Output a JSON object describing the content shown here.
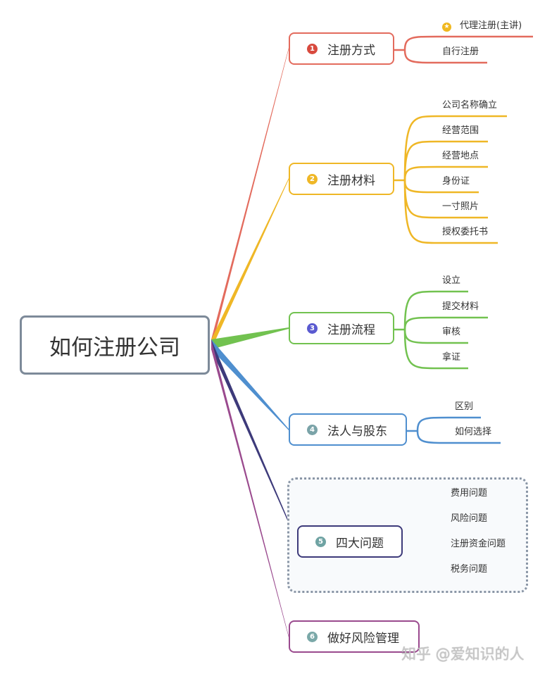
{
  "root": {
    "label": "如何注册公司",
    "color": "#7d8a99"
  },
  "topics": [
    {
      "num": "1",
      "label": "注册方式",
      "color": "#e36b5d",
      "badge_color": "#d84a3e",
      "subtopics": [
        {
          "label": "代理注册(主讲)",
          "icon": "star-icon"
        },
        {
          "label": "自行注册"
        }
      ]
    },
    {
      "num": "2",
      "label": "注册材料",
      "color": "#efb726",
      "badge_color": "#efb726",
      "subtopics": [
        {
          "label": "公司名称确立"
        },
        {
          "label": "经营范围"
        },
        {
          "label": "经营地点"
        },
        {
          "label": "身份证"
        },
        {
          "label": "一寸照片"
        },
        {
          "label": "授权委托书"
        }
      ]
    },
    {
      "num": "3",
      "label": "注册流程",
      "color": "#72c250",
      "badge_color": "#5a5ad0",
      "subtopics": [
        {
          "label": "设立"
        },
        {
          "label": "提交材料"
        },
        {
          "label": "审核"
        },
        {
          "label": "拿证"
        }
      ]
    },
    {
      "num": "4",
      "label": "法人与股东",
      "color": "#4f8fcf",
      "badge_color": "#7aa3a8",
      "subtopics": [
        {
          "label": "区别"
        },
        {
          "label": "如何选择"
        }
      ]
    },
    {
      "num": "5",
      "label": "四大问题",
      "color": "#3d3a7a",
      "badge_color": "#6fa3a3",
      "subtopics": [
        {
          "label": "费用问题"
        },
        {
          "label": "风险问题"
        },
        {
          "label": "注册资金问题"
        },
        {
          "label": "税务问题"
        }
      ]
    },
    {
      "num": "6",
      "label": "做好风险管理",
      "color": "#9a4a8e",
      "badge_color": "#7aa8a8",
      "subtopics": []
    }
  ],
  "watermark": "知乎 @爱知识的人"
}
